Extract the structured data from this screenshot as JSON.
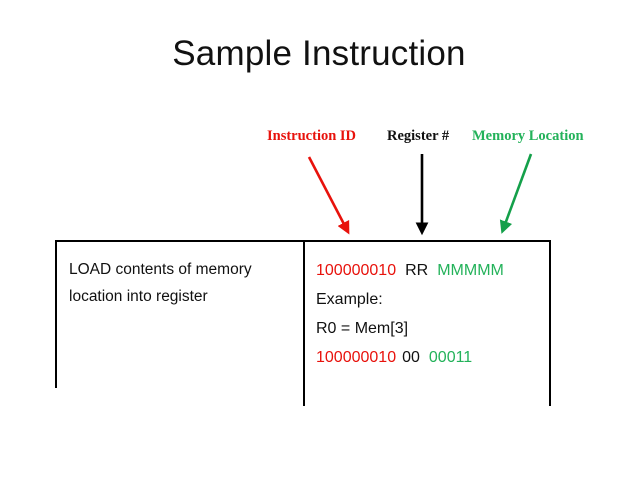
{
  "slide": {
    "title": "Sample Instruction",
    "background": "#ffffff"
  },
  "colors": {
    "instruction_id": "#e8120c",
    "register": "#111111",
    "memory_location": "#23b25a",
    "border": "#000000",
    "text": "#111111"
  },
  "annotations": [
    {
      "key": "instruction-id",
      "label": "Instruction ID",
      "color": "#e8120c",
      "arrow": "red-diagonal-down-right"
    },
    {
      "key": "register-number",
      "label": "Register #",
      "color": "#111111",
      "arrow": "black-vertical-down"
    },
    {
      "key": "memory-location",
      "label": "Memory Location",
      "color": "#23b25a",
      "arrow": "green-diagonal-down-left"
    }
  ],
  "table": {
    "description": {
      "line1": "LOAD contents of memory",
      "line2": "location into register"
    },
    "encoding": {
      "format": {
        "id": "100000010",
        "register": "RR",
        "memory": "MMMMM"
      },
      "example_label": "Example:",
      "example_expression": "R0 = Mem[3]",
      "example_encoding": {
        "id": "100000010",
        "register": "00",
        "memory": "00011"
      }
    }
  }
}
